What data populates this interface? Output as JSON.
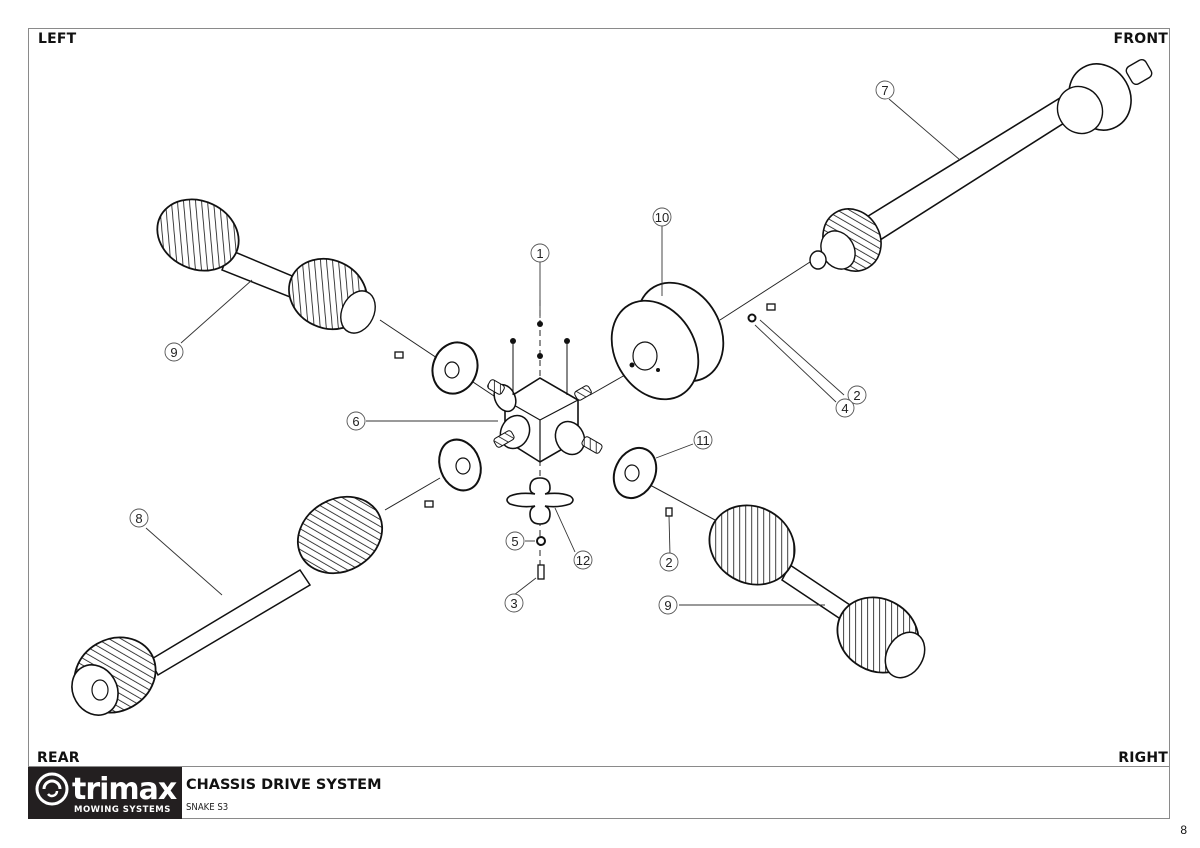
{
  "orientation_labels": {
    "top_left": "LEFT",
    "top_right": "FRONT",
    "bottom_left": "REAR",
    "bottom_right": "RIGHT"
  },
  "title_block": {
    "logo_word": "trimax",
    "logo_tagline": "MOWING SYSTEMS",
    "title": "CHASSIS DRIVE SYSTEM",
    "model": "SNAKE S3",
    "brand_color": "#231f20"
  },
  "page_number": "8",
  "callouts": [
    {
      "id": "c1",
      "number": "1",
      "part": "gearbox-top-bolts"
    },
    {
      "id": "c2a",
      "number": "2",
      "part": "bolt-front-coupler"
    },
    {
      "id": "c2b",
      "number": "2",
      "part": "bolt-right-flange"
    },
    {
      "id": "c3",
      "number": "3",
      "part": "mount-bolt"
    },
    {
      "id": "c4",
      "number": "4",
      "part": "washer"
    },
    {
      "id": "c5",
      "number": "5",
      "part": "washer-small"
    },
    {
      "id": "c6",
      "number": "6",
      "part": "gearbox"
    },
    {
      "id": "c7",
      "number": "7",
      "part": "front-driveshaft"
    },
    {
      "id": "c8",
      "number": "8",
      "part": "rear-driveshaft"
    },
    {
      "id": "c9a",
      "number": "9",
      "part": "left-driveshaft"
    },
    {
      "id": "c9b",
      "number": "9",
      "part": "right-driveshaft"
    },
    {
      "id": "c10",
      "number": "10",
      "part": "front-shield-coupler"
    },
    {
      "id": "c11",
      "number": "11",
      "part": "flange-guard"
    },
    {
      "id": "c12",
      "number": "12",
      "part": "gearbox-mount-plate"
    }
  ]
}
